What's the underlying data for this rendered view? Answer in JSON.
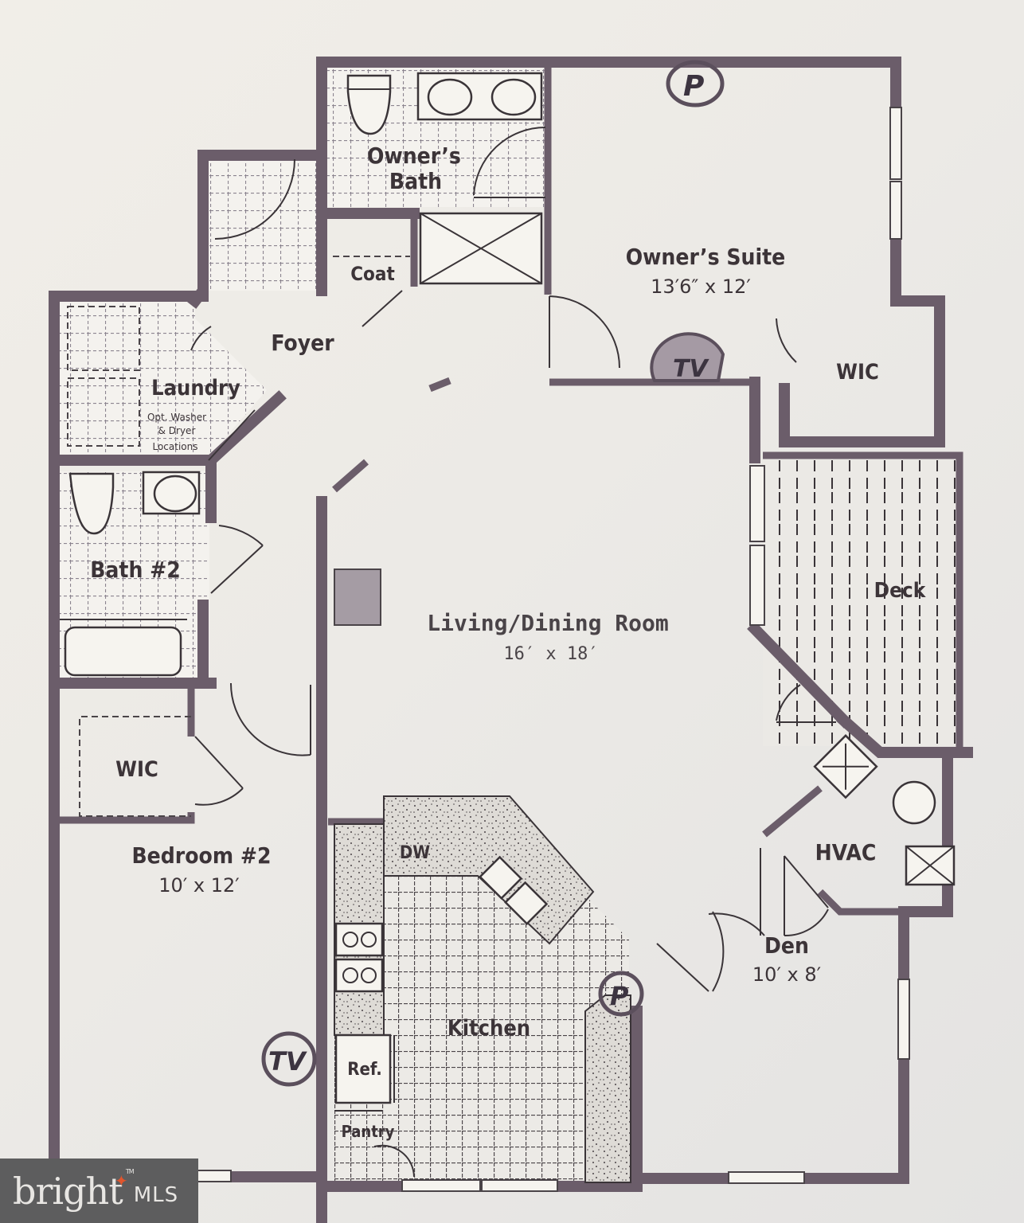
{
  "floor_plan": {
    "rooms": {
      "owners_bath": {
        "name_line1": "Owner’s",
        "name_line2": "Bath"
      },
      "coat": {
        "name": "Coat"
      },
      "owners_suite": {
        "name": "Owner’s Suite",
        "dimensions": "13′6″ x 12′"
      },
      "foyer": {
        "name": "Foyer"
      },
      "laundry": {
        "name": "Laundry",
        "note_line1": "Opt. Washer",
        "note_line2": "& Dryer",
        "note_line3": "Locations"
      },
      "wic_owner": {
        "name": "WIC"
      },
      "bath2": {
        "name": "Bath #2"
      },
      "living_dining": {
        "name": "Living/Dining Room",
        "dimensions": "16′ x 18′"
      },
      "deck": {
        "name": "Deck"
      },
      "wic_bedroom2": {
        "name": "WIC"
      },
      "bedroom2": {
        "name": "Bedroom #2",
        "dimensions": "10′ x 12′"
      },
      "hvac": {
        "name": "HVAC"
      },
      "kitchen": {
        "name": "Kitchen"
      },
      "den": {
        "name": "Den",
        "dimensions": "10′ x 8′"
      },
      "pantry": {
        "name": "Pantry"
      }
    },
    "appliances": {
      "dishwasher": "DW",
      "refrigerator": "Ref."
    },
    "annotations": {
      "tv_owners_suite": "TV",
      "tv_bedroom2": "TV",
      "p_owners_suite": "P",
      "p_kitchen": "P"
    }
  },
  "watermark": {
    "brand": "bright",
    "suffix": "MLS",
    "trademark": "TM",
    "accent_color": "#e0552d",
    "background_color": "#5d5d5e"
  }
}
